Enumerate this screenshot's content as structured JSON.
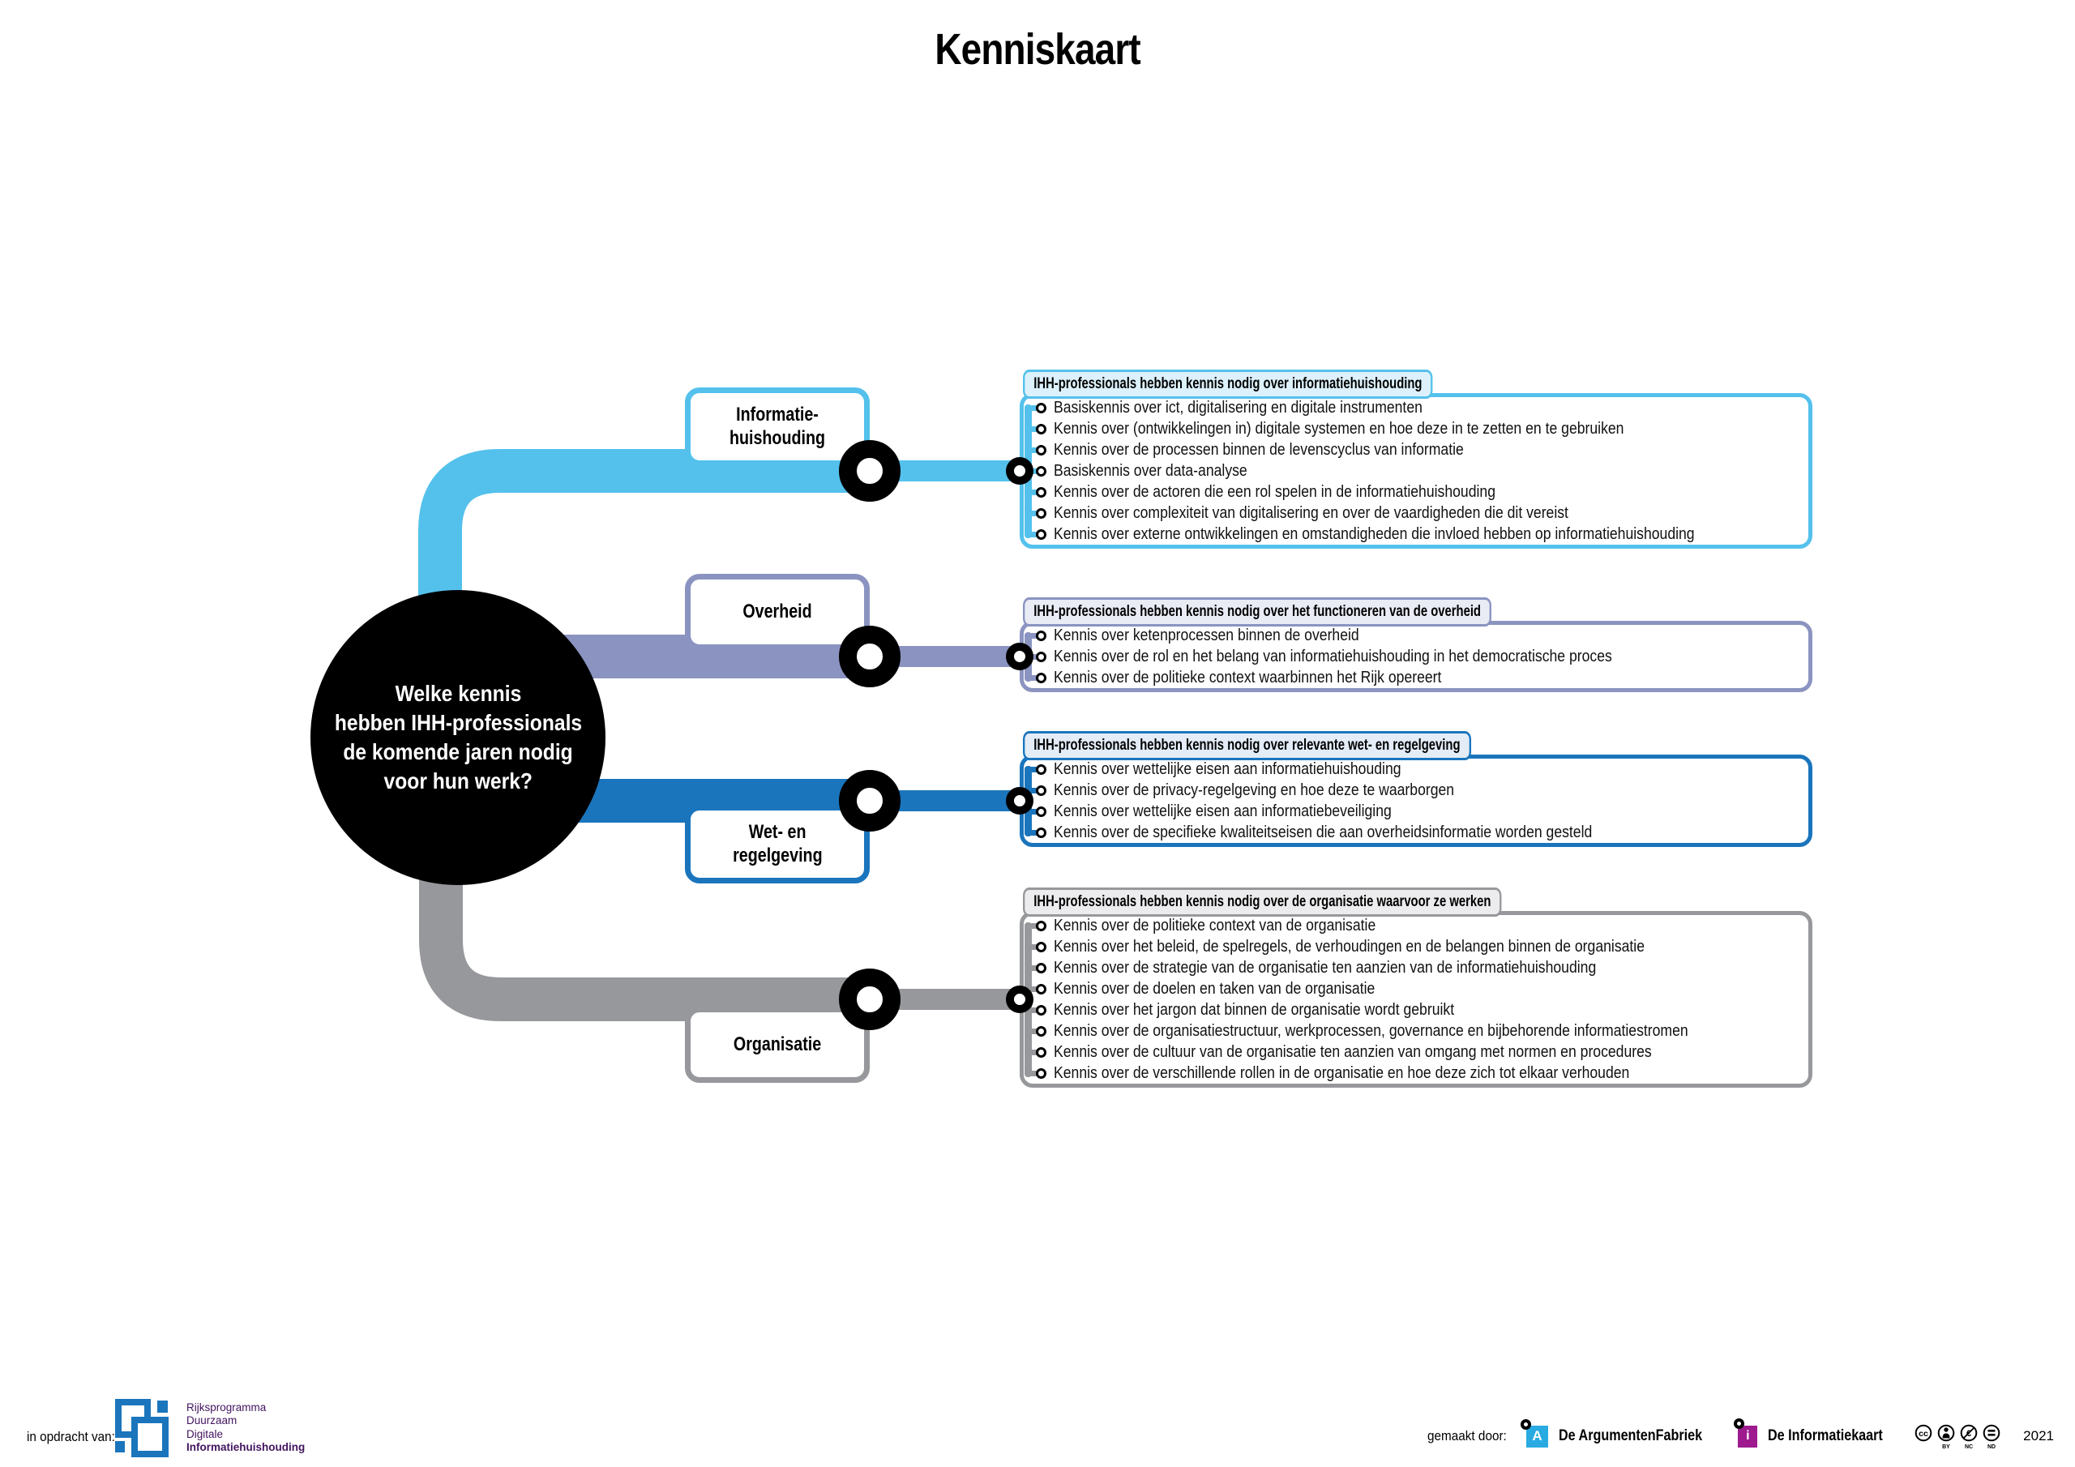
{
  "title": "Kenniskaart",
  "center_question": "Welke kennis hebben IHH-professionals de komende jaren nodig voor hun werk?",
  "center_question_lines": [
    "Welke kennis",
    "hebben IHH-professionals",
    "de komende jaren nodig",
    "voor hun werk?"
  ],
  "branches": [
    {
      "id": "informatiehuishouding",
      "label_lines": [
        "Informatie-",
        "huishouding"
      ],
      "color": "#54C1EC",
      "tint": "#DCF1FB",
      "header": "IHH-professionals hebben kennis nodig over informatiehuishouding",
      "items": [
        "Basiskennis over ict, digitalisering en digitale instrumenten",
        "Kennis over (ontwikkelingen in) digitale systemen en hoe deze in te zetten en te gebruiken",
        "Kennis over de processen binnen de levenscyclus van informatie",
        "Basiskennis over data-analyse",
        "Kennis over de actoren die een rol spelen in de informatiehuishouding",
        "Kennis over complexiteit van digitalisering en over de vaardigheden die dit vereist",
        "Kennis over externe ontwikkelingen en omstandigheden die invloed hebben op informatiehuishouding"
      ]
    },
    {
      "id": "overheid",
      "label_lines": [
        "Overheid"
      ],
      "color": "#8B94C1",
      "tint": "#E9EBF5",
      "header": "IHH-professionals hebben kennis nodig over het functioneren van de overheid",
      "items": [
        "Kennis over ketenprocessen binnen de overheid",
        "Kennis over de rol en het belang van informatiehuishouding in het democratische proces",
        "Kennis over de politieke context waarbinnen het Rijk opereert"
      ]
    },
    {
      "id": "wet-en-regelgeving",
      "label_lines": [
        "Wet- en",
        "regelgeving"
      ],
      "color": "#1B75BC",
      "tint": "#E3ECF7",
      "header": "IHH-professionals hebben kennis nodig over relevante wet- en regelgeving",
      "items": [
        "Kennis over wettelijke eisen aan informatiehuishouding",
        "Kennis over de privacy-regelgeving en hoe deze te waarborgen",
        "Kennis over wettelijke eisen aan informatiebeveiliging",
        "Kennis over de specifieke kwaliteitseisen die aan overheidsinformatie worden gesteld"
      ]
    },
    {
      "id": "organisatie",
      "label_lines": [
        "Organisatie"
      ],
      "color": "#97989C",
      "tint": "#ECECEE",
      "header": "IHH-professionals hebben kennis nodig over de organisatie waarvoor ze werken",
      "items": [
        "Kennis over de politieke context van de organisatie",
        "Kennis over het beleid, de spelregels, de verhoudingen en de belangen binnen de organisatie",
        "Kennis over de strategie van de organisatie ten aanzien van de informatiehuishouding",
        "Kennis over de doelen en taken van de organisatie",
        "Kennis over het jargon dat binnen de organisatie wordt gebruikt",
        "Kennis over de organisatiestructuur, werkprocessen, governance en bijbehorende informatiestromen",
        "Kennis over de cultuur van de organisatie ten aanzien van omgang met normen en procedures",
        "Kennis over de verschillende rollen in de organisatie en hoe deze zich tot elkaar verhouden"
      ]
    }
  ],
  "footer": {
    "commissioned_label": "in opdracht van:",
    "commissioner_lines": [
      "Rijksprogramma",
      "Duurzaam",
      "Digitale",
      "Informatiehuishouding"
    ],
    "made_by_label": "gemaakt door:",
    "maker1_name": "De ArgumentenFabriek",
    "maker1_initial": "A",
    "maker2_name": "De Informatiekaart",
    "maker2_initial": "i",
    "license_badges": [
      "cc",
      "BY",
      "NC",
      "ND"
    ],
    "year": "2021"
  },
  "colors": {
    "black": "#000000",
    "commissioner_text": "#42145F",
    "commissioner_logo_blue": "#1B75BC",
    "maker1_blue": "#29ABE2",
    "maker2_magenta": "#9E1A8E"
  }
}
